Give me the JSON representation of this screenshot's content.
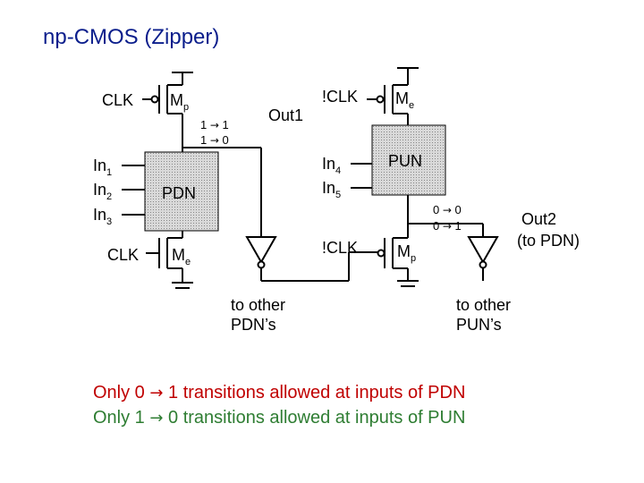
{
  "title": "np-CMOS (Zipper)",
  "colors": {
    "title": "#0b1e8c",
    "pdn_note": "#c00000",
    "pun_note": "#2e7d32",
    "block_fill": "#cccccc"
  },
  "left": {
    "clk_top": "CLK",
    "mp": {
      "base": "M",
      "sub": "p"
    },
    "inputs": [
      {
        "base": "In",
        "sub": "1"
      },
      {
        "base": "In",
        "sub": "2"
      },
      {
        "base": "In",
        "sub": "3"
      }
    ],
    "pdn": "PDN",
    "clk_bottom": "CLK",
    "me": {
      "base": "M",
      "sub": "e"
    },
    "transitions": [
      {
        "from": "1",
        "arrow": "→",
        "to": "1"
      },
      {
        "from": "1",
        "arrow": "→",
        "to": "0"
      }
    ],
    "out1": "Out1",
    "to_other": [
      "to other",
      "PDN’s"
    ]
  },
  "right": {
    "nclk_top": "!CLK",
    "me": {
      "base": "M",
      "sub": "e"
    },
    "inputs": [
      {
        "base": "In",
        "sub": "4"
      },
      {
        "base": "In",
        "sub": "5"
      }
    ],
    "pun": "PUN",
    "nclk_bottom": "!CLK",
    "mp": {
      "base": "M",
      "sub": "p"
    },
    "transitions": [
      {
        "from": "0",
        "arrow": "→",
        "to": "0"
      },
      {
        "from": "0",
        "arrow": "→",
        "to": "1"
      }
    ],
    "out2": [
      "Out2",
      "(to PDN)"
    ],
    "to_other": [
      "to other",
      "PUN’s"
    ]
  },
  "notes": {
    "pdn": {
      "a": "Only 0 ",
      "arrow": "→",
      "b": " 1 transitions allowed at inputs of PDN"
    },
    "pun": {
      "a": "Only 1 ",
      "arrow": "→",
      "b": " 0 transitions allowed at inputs of PUN"
    }
  }
}
